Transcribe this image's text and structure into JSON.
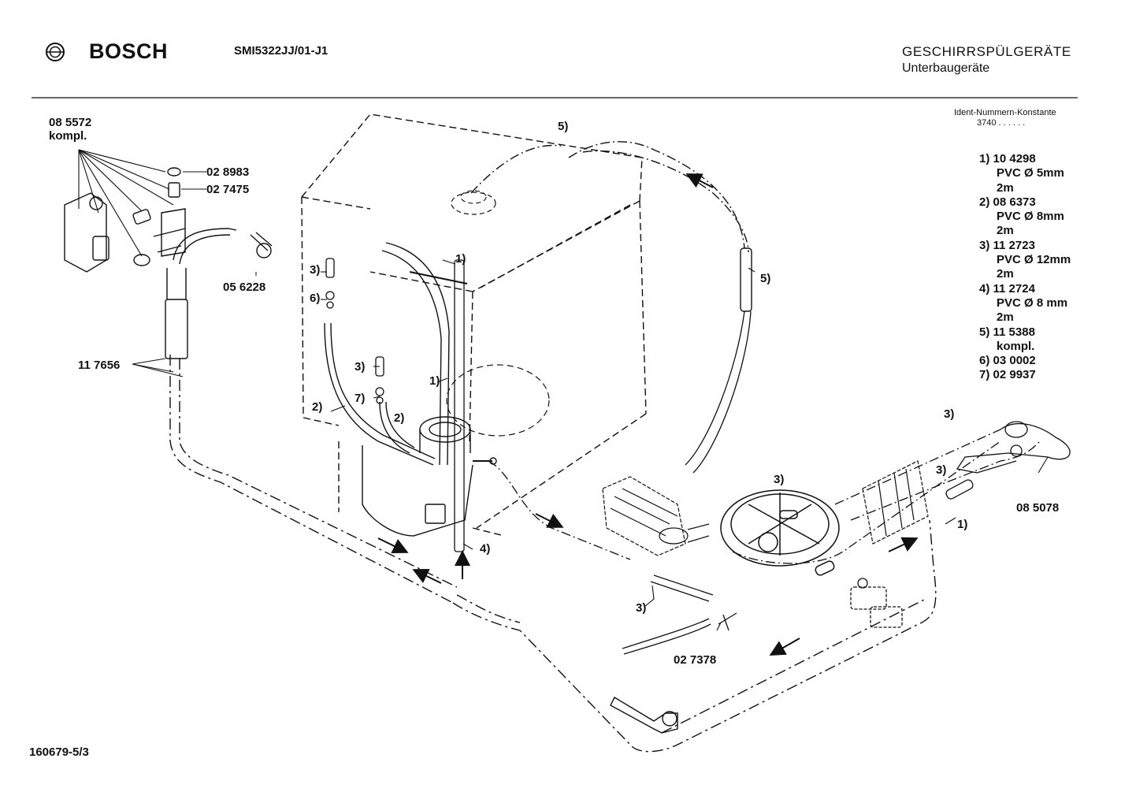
{
  "header": {
    "brand": "BOSCH",
    "model": "SMI5322JJ/01-J1",
    "category": "GESCHIRRSPÜLGERÄTE",
    "subcategory": "Unterbaugeräte"
  },
  "ident": {
    "label": "Ident-Nummern-Konstante",
    "value": "3740  . .  . . . ."
  },
  "legend": [
    {
      "key": "1)",
      "number": "10 4298",
      "desc1": "PVC Ø 5mm",
      "desc2": "2m"
    },
    {
      "key": "2)",
      "number": "08 6373",
      "desc1": "PVC Ø 8mm",
      "desc2": "2m"
    },
    {
      "key": "3)",
      "number": "11 2723",
      "desc1": "PVC Ø 12mm",
      "desc2": "2m"
    },
    {
      "key": "4)",
      "number": "11 2724",
      "desc1": "PVC Ø 8 mm",
      "desc2": "2m"
    },
    {
      "key": "5)",
      "number": "11 5388",
      "desc1": "kompl.",
      "desc2": ""
    },
    {
      "key": "6)",
      "number": "03 0002",
      "desc1": "",
      "desc2": ""
    },
    {
      "key": "7)",
      "number": "02 9937",
      "desc1": "",
      "desc2": ""
    }
  ],
  "parts": {
    "p085572": "08 5572",
    "p085572_sub": "kompl.",
    "p028983": "02 8983",
    "p027475": "02 7475",
    "p056228": "05 6228",
    "p117656": "11 7656",
    "p027378": "02 7378",
    "p085078": "08 5078"
  },
  "callouts": {
    "c1": "1)",
    "c2": "2)",
    "c3": "3)",
    "c4": "4)",
    "c5": "5)",
    "c6": "6)",
    "c7": "7)"
  },
  "footer": {
    "doc_number": "160679-5/3"
  }
}
